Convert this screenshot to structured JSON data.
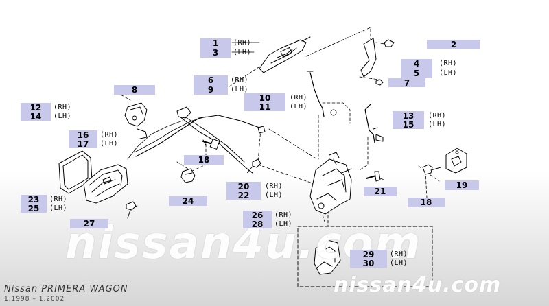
{
  "watermark": {
    "center": "nissan4u.com",
    "bottom": "nissan4u.com"
  },
  "footer": {
    "title": "Nissan PRIMERA WAGON",
    "dates": "1.1998 – 1.2002"
  },
  "callouts": {
    "c1": {
      "top": "1",
      "bottom": "3",
      "top_side": "(RH)",
      "bottom_side": "(LH)"
    },
    "c2": {
      "label": "2"
    },
    "c4": {
      "top": "4",
      "bottom": "5",
      "top_side": "(RH)",
      "bottom_side": "(LH)"
    },
    "c6": {
      "top": "6",
      "bottom": "9",
      "top_side": "(RH)",
      "bottom_side": "(LH)"
    },
    "c7": {
      "label": "7"
    },
    "c8": {
      "label": "8"
    },
    "c10": {
      "top": "10",
      "bottom": "11",
      "top_side": "(RH)",
      "bottom_side": "(LH)"
    },
    "c12": {
      "top": "12",
      "bottom": "14",
      "top_side": "(RH)",
      "bottom_side": "(LH)"
    },
    "c13": {
      "top": "13",
      "bottom": "15",
      "top_side": "(RH)",
      "bottom_side": "(LH)"
    },
    "c16": {
      "top": "16",
      "bottom": "17",
      "top_side": "(RH)",
      "bottom_side": "(LH)"
    },
    "c18a": {
      "label": "18"
    },
    "c18b": {
      "label": "18"
    },
    "c19": {
      "label": "19"
    },
    "c20": {
      "top": "20",
      "bottom": "22",
      "top_side": "(RH)",
      "bottom_side": "(LH)"
    },
    "c21": {
      "label": "21"
    },
    "c23": {
      "top": "23",
      "bottom": "25",
      "top_side": "(RH)",
      "bottom_side": "(LH)"
    },
    "c24": {
      "label": "24"
    },
    "c26": {
      "top": "26",
      "bottom": "28",
      "top_side": "(RH)",
      "bottom_side": "(LH)"
    },
    "c27": {
      "label": "27"
    },
    "c29": {
      "top": "29",
      "bottom": "30",
      "top_side": "(RH)",
      "bottom_side": "(LH)"
    }
  }
}
